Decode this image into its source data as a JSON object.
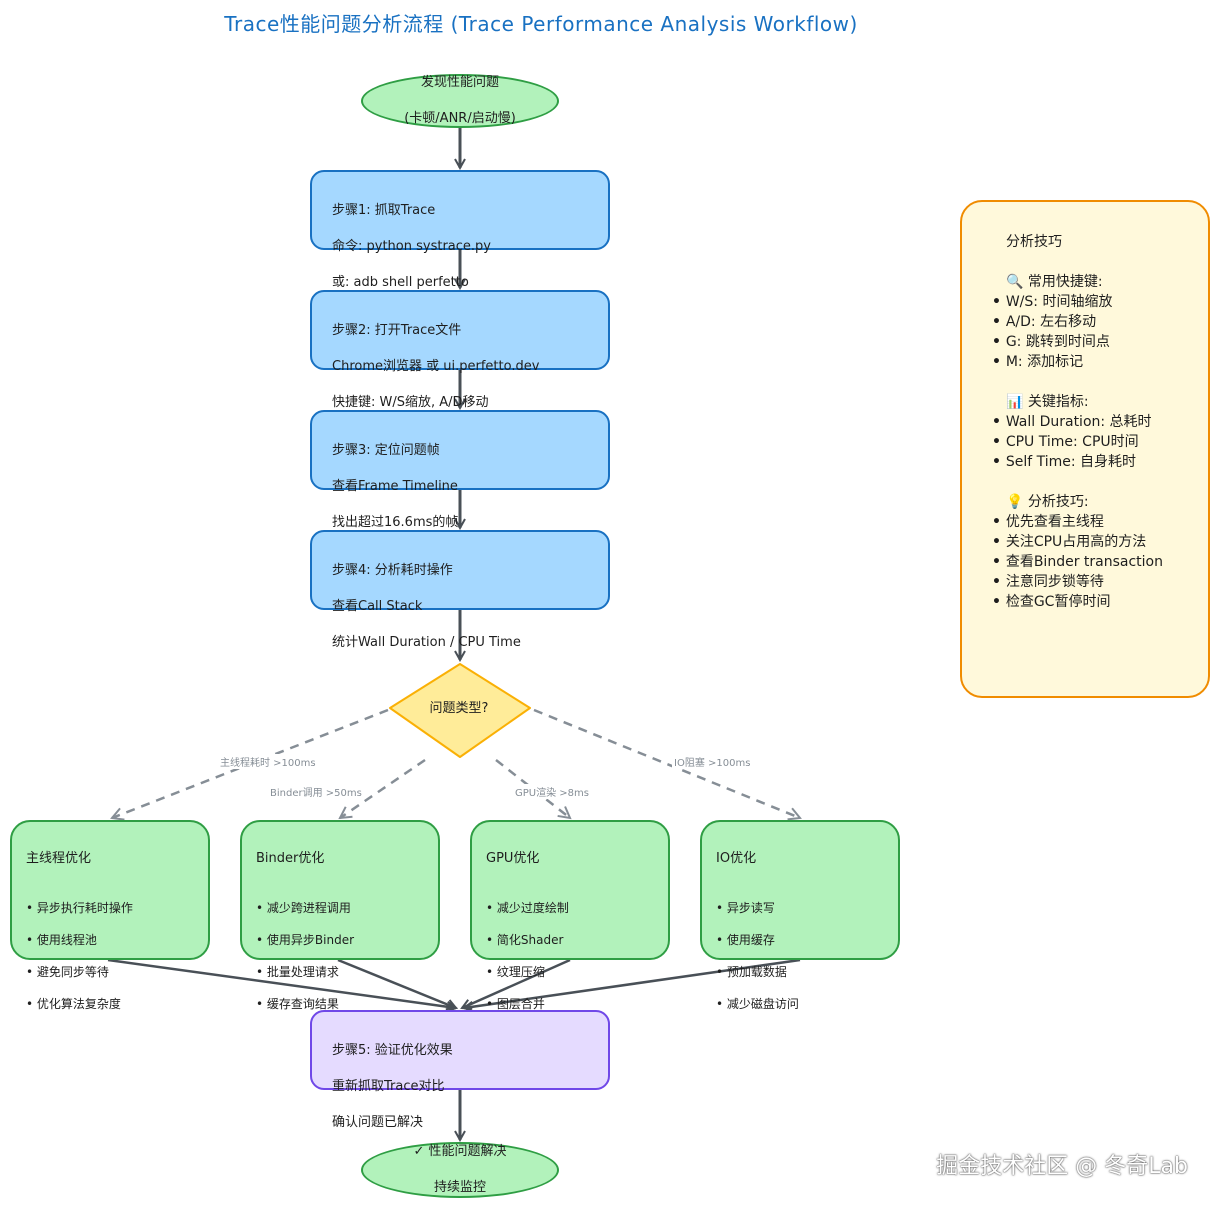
{
  "title": "Trace性能问题分析流程 (Trace Performance Analysis Workflow)",
  "start": {
    "line1": "发现性能问题",
    "line2": "(卡顿/ANR/启动慢)"
  },
  "steps": [
    {
      "lines": [
        "步骤1: 抓取Trace",
        "命令: python systrace.py",
        "或: adb shell perfetto"
      ]
    },
    {
      "lines": [
        "步骤2: 打开Trace文件",
        "Chrome浏览器 或 ui.perfetto.dev",
        "快捷键: W/S缩放, A/D移动"
      ]
    },
    {
      "lines": [
        "步骤3: 定位问题帧",
        "查看Frame Timeline",
        "找出超过16.6ms的帧"
      ]
    },
    {
      "lines": [
        "步骤4: 分析耗时操作",
        "查看Call Stack",
        "统计Wall Duration / CPU Time"
      ]
    }
  ],
  "decision": "问题类型?",
  "branches": [
    {
      "edge_label": "主线程耗时 >100ms",
      "title": "主线程优化",
      "items": [
        "异步执行耗时操作",
        "使用线程池",
        "避免同步等待",
        "优化算法复杂度"
      ]
    },
    {
      "edge_label": "Binder调用 >50ms",
      "title": "Binder优化",
      "items": [
        "减少跨进程调用",
        "使用异步Binder",
        "批量处理请求",
        "缓存查询结果"
      ]
    },
    {
      "edge_label": "GPU渲染 >8ms",
      "title": "GPU优化",
      "items": [
        "减少过度绘制",
        "简化Shader",
        "纹理压缩",
        "图层合并"
      ]
    },
    {
      "edge_label": "IO阻塞 >100ms",
      "title": "IO优化",
      "items": [
        "异步读写",
        "使用缓存",
        "预加载数据",
        "减少磁盘访问"
      ]
    }
  ],
  "verify": {
    "lines": [
      "步骤5: 验证优化效果",
      "重新抓取Trace对比",
      "确认问题已解决"
    ]
  },
  "end": {
    "line1": "✓ 性能问题解决",
    "line2": "持续监控"
  },
  "tips": {
    "heading": "分析技巧",
    "sections": [
      {
        "icon": "🔍",
        "head": "常用快捷键:",
        "items": [
          "W/S: 时间轴缩放",
          "A/D: 左右移动",
          "G: 跳转到时间点",
          "M: 添加标记"
        ]
      },
      {
        "icon": "📊",
        "head": "关键指标:",
        "items": [
          "Wall Duration: 总耗时",
          "CPU Time: CPU时间",
          "Self Time: 自身耗时"
        ]
      },
      {
        "icon": "💡",
        "head": "分析技巧:",
        "items": [
          "优先查看主线程",
          "关注CPU占用高的方法",
          "查看Binder transaction",
          "注意同步锁等待",
          "检查GC暂停时间"
        ]
      }
    ]
  },
  "watermark": "掘金技术社区 @ 冬奇Lab",
  "colors": {
    "step_fill": "#a5d8ff",
    "step_stroke": "#1971c2",
    "green_fill": "#b2f2bb",
    "green_stroke": "#2f9e44",
    "decision_fill": "#ffec99",
    "decision_stroke": "#fab005",
    "verify_fill": "#e5dbff",
    "verify_stroke": "#7048e8",
    "tips_fill": "#fff9db",
    "tips_stroke": "#f08c00",
    "title": "#1971c2"
  }
}
